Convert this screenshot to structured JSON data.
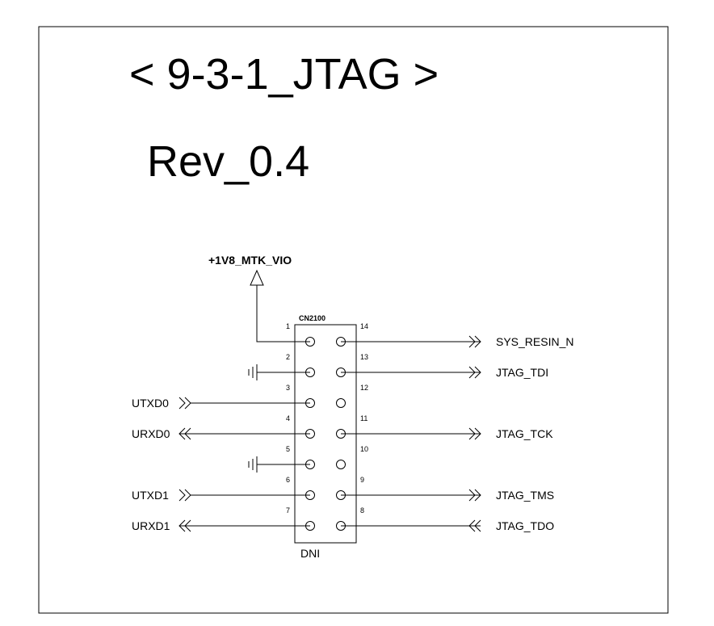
{
  "sheet_title": "< 9-3-1_JTAG >",
  "revision": "Rev_0.4",
  "power_net": "+1V8_MTK_VIO",
  "connector": {
    "refdes": "CN2100",
    "note": "DNI"
  },
  "pins": [
    {
      "num": "1"
    },
    {
      "num": "2"
    },
    {
      "num": "3"
    },
    {
      "num": "4"
    },
    {
      "num": "5"
    },
    {
      "num": "6"
    },
    {
      "num": "7"
    },
    {
      "num": "14"
    },
    {
      "num": "13"
    },
    {
      "num": "12"
    },
    {
      "num": "11"
    },
    {
      "num": "10"
    },
    {
      "num": "9"
    },
    {
      "num": "8"
    }
  ],
  "left_nets": [
    "UTXD0",
    "URXD0",
    "UTXD1",
    "URXD1"
  ],
  "right_nets": [
    "SYS_RESIN_N",
    "JTAG_TDI",
    "JTAG_TCK",
    "JTAG_TMS",
    "JTAG_TDO"
  ]
}
